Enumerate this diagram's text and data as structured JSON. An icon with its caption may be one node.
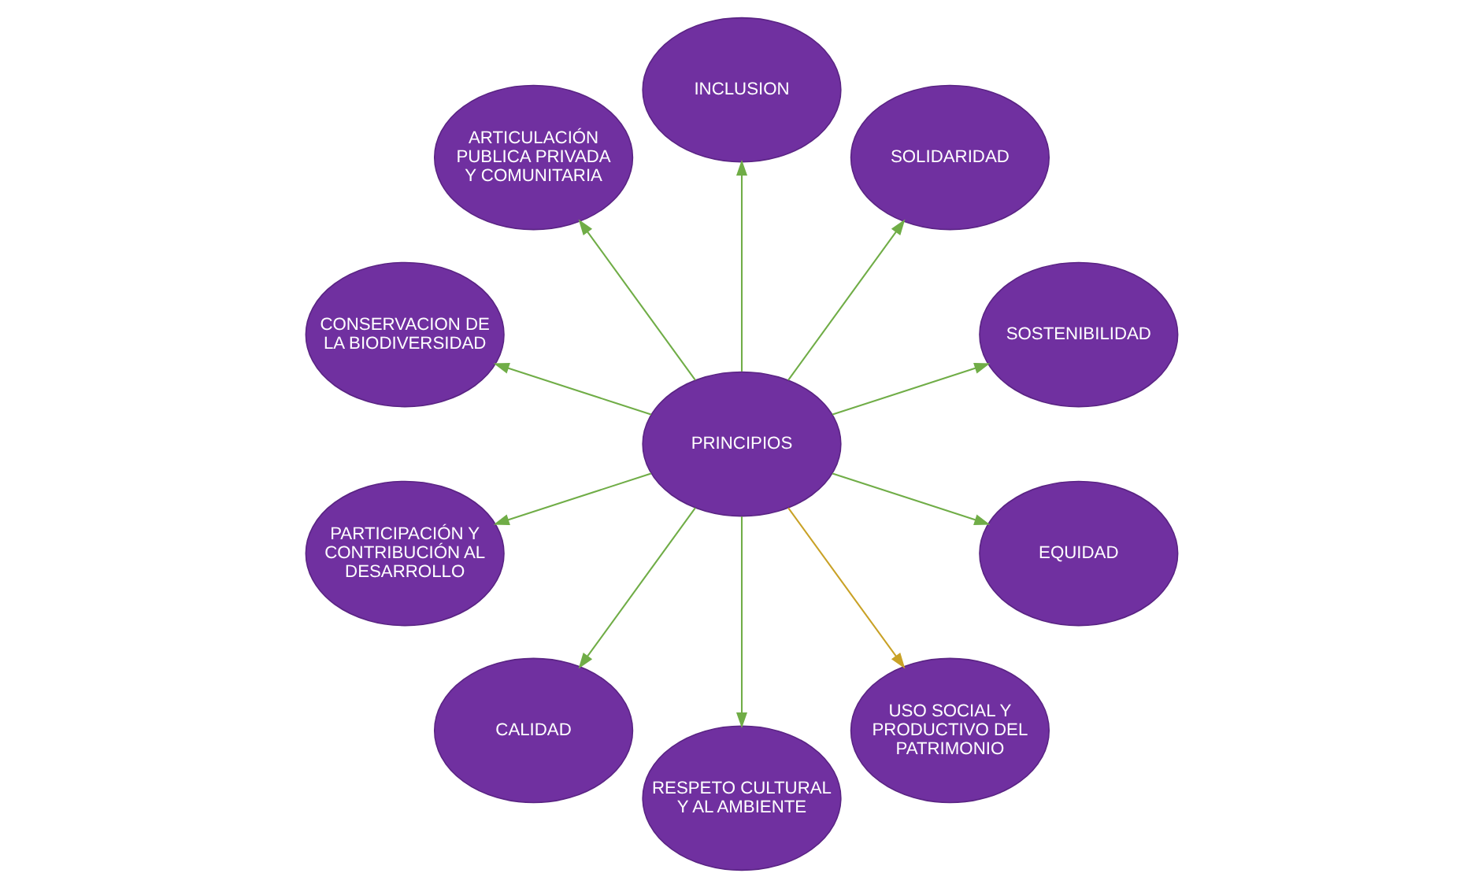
{
  "diagram": {
    "nodes": [
      {
        "text": [
          "SOSTENIBILIDAD"
        ]
      },
      {
        "text": [
          "SOLIDARIDAD"
        ]
      },
      {
        "text": [
          "INCLUSION"
        ]
      },
      {
        "text": [
          "ARTICULACIÓN PUBLICA PRIVADA Y COMUNITARIA"
        ]
      },
      {
        "text": [
          "CONSERVACION DE LA BIODIVERSIDAD"
        ]
      },
      {
        "text": [
          "PRINCIPIOS"
        ]
      },
      {
        "text": [
          "PARTICIPACIÓN Y CONTRIBUCIÓN AL DESARROLLO"
        ]
      },
      {
        "text": [
          "CALIDAD"
        ]
      },
      {
        "text": [
          "RESPETO CULTURAL Y AL AMBIENTE"
        ]
      },
      {
        "text": [
          "USO SOCIAL Y PRODUCTIVO DEL PATRIMONIO"
        ]
      },
      {
        "text": [
          "EQUIDAD"
        ]
      }
    ],
    "edges": [
      {
        "from": 5,
        "to": 0,
        "arrow": "to"
      },
      {
        "from": 5,
        "to": 2,
        "arrow": "to"
      },
      {
        "from": 5,
        "to": 3,
        "arrow": "to"
      },
      {
        "from": 5,
        "to": 6,
        "arrow": "to"
      },
      {
        "from": 5,
        "to": 10,
        "arrow": "to"
      },
      {
        "from": 5,
        "to": 9,
        "arrow": "to",
        "color": "#c9a227"
      },
      {
        "from": 5,
        "to": 8,
        "arrow": "to"
      },
      {
        "from": 5,
        "to": 7,
        "arrow": "to"
      },
      {
        "from": 5,
        "to": 4,
        "arrow": "to"
      },
      {
        "from": 5,
        "to": 1,
        "arrow": "to"
      }
    ]
  }
}
